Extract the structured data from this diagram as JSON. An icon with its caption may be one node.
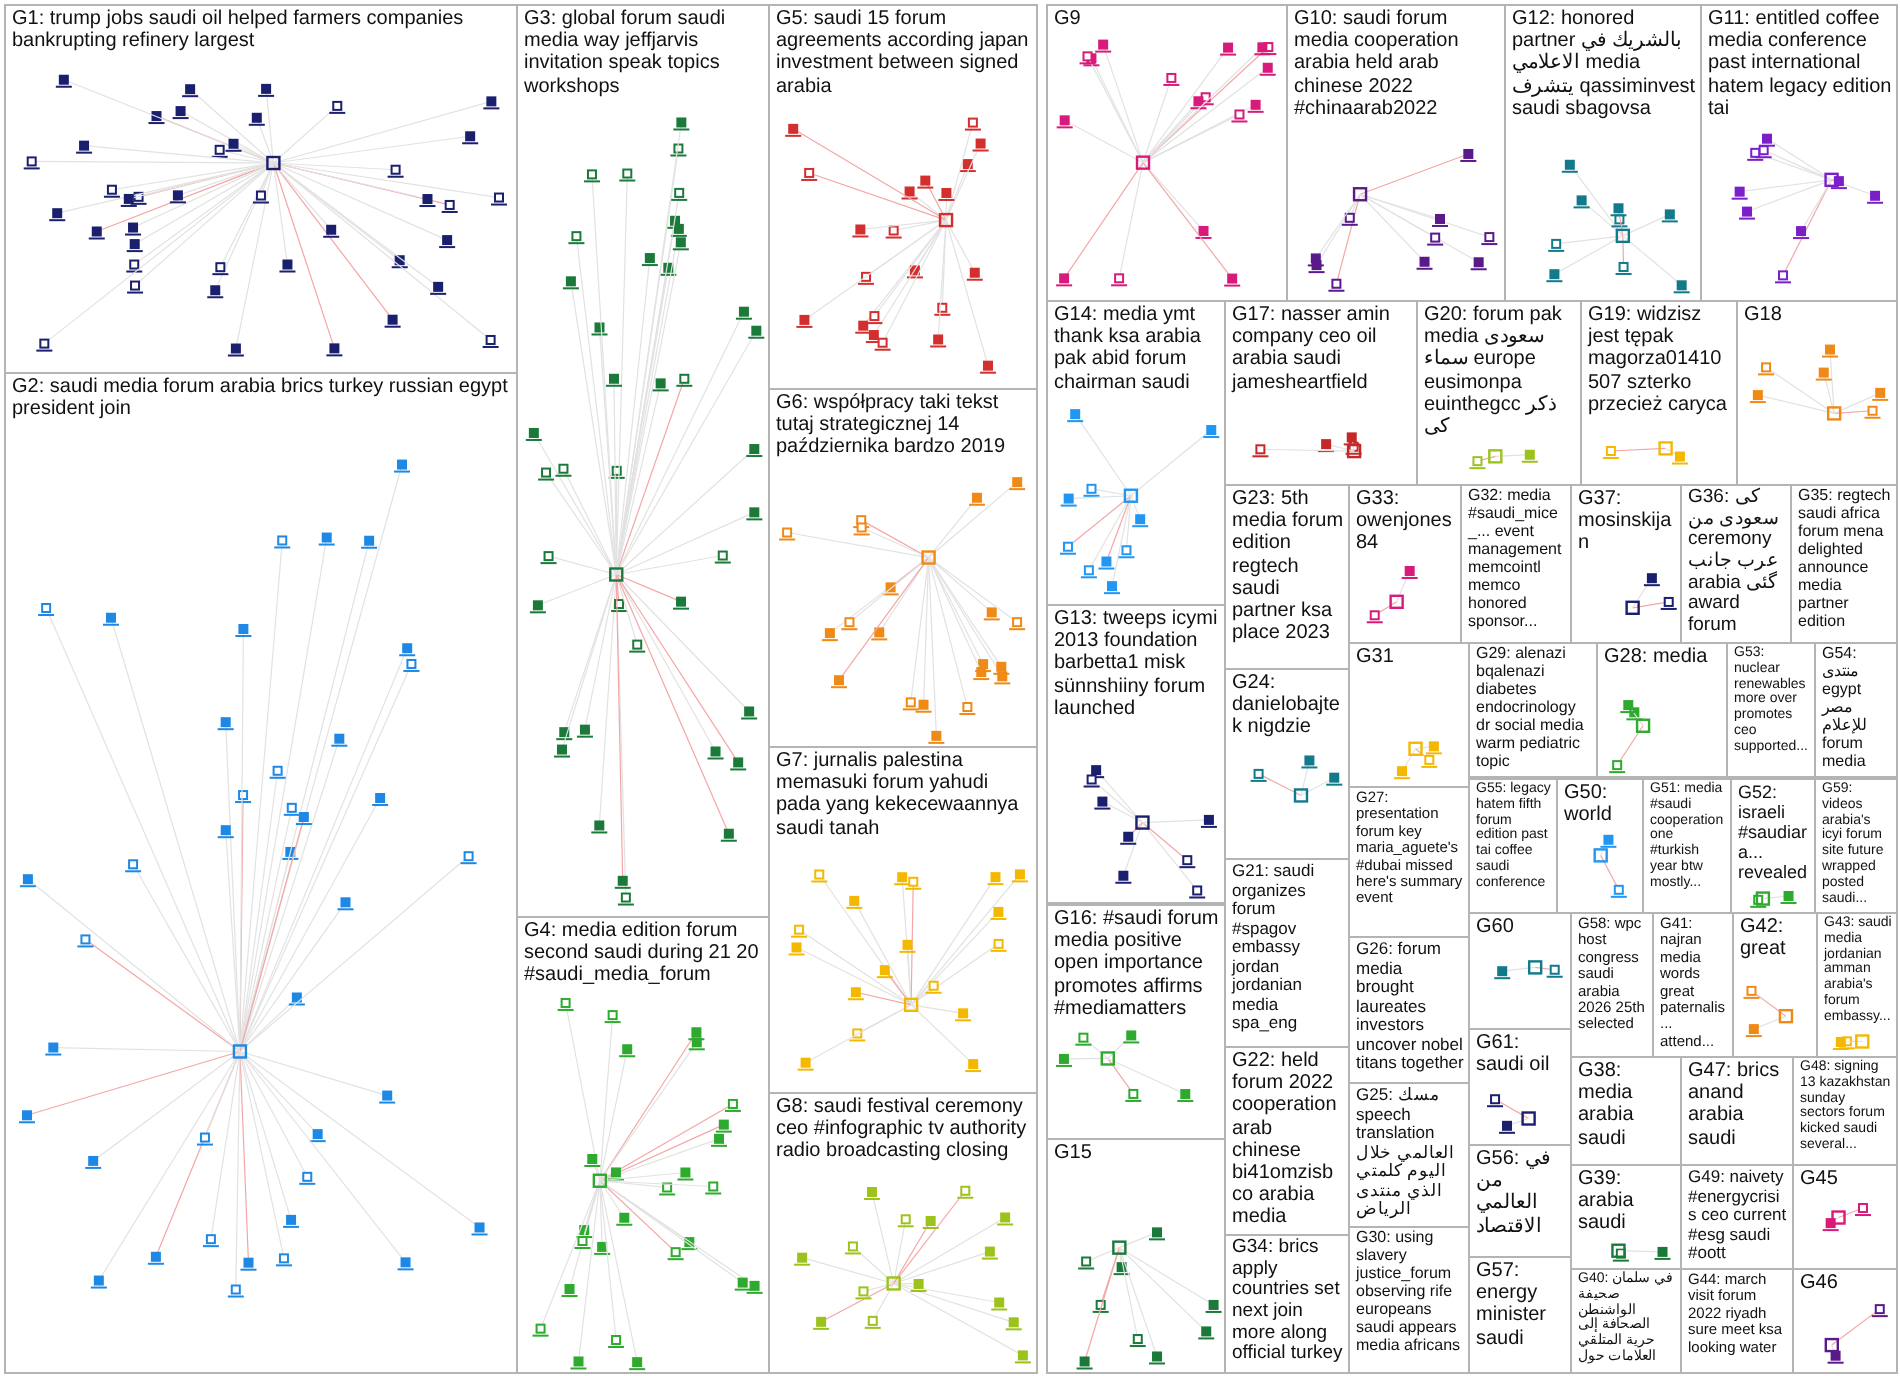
{
  "diagram": {
    "nodes": [
      {
        "text": [
          "G1: trump jobs saudi oil helped farmers companies bankrupting refinery largest"
        ]
      },
      {
        "text": [
          "G2: saudi media forum arabia brics turkey russian egypt president join"
        ]
      },
      {
        "text": [
          "G3: global forum saudi media way jeffjarvis invitation speak topics workshops"
        ]
      },
      {
        "text": [
          "G4: media edition forum second saudi during 21 20 #saudi_media_forum"
        ]
      },
      {
        "text": [
          "G5: saudi 15 forum agreements according japan investment between signed arabia"
        ]
      },
      {
        "text": [
          "G6: współpracy taki tekst tutaj strategicznej 14 października bardzo 2019"
        ]
      },
      {
        "text": [
          "G7: jurnalis palestina memasuki forum yahudi pada yang kekecewaannya saudi tanah"
        ]
      },
      {
        "text": [
          "G8: saudi festival ceremony ceo #infographic tv authority radio broadcasting closing"
        ]
      },
      {
        "text": [
          "G9"
        ]
      },
      {
        "text": [
          "G10: saudi forum media cooperation arabia held arab chinese 2022 #chinaarab2022"
        ]
      },
      {
        "text": [
          "G11: entitled coffee media conference past international hatem legacy edition tai"
        ]
      },
      {
        "text": [
          "G12: honored partner بالشريك في الاعلامي media يتشرف qassiminvest saudi sbagovsa"
        ]
      },
      {
        "text": [
          "G13: tweeps icymi 2013 foundation barbetta1 misk sünnshiiny forum launched"
        ]
      },
      {
        "text": [
          "G14: media ymt thank ksa arabia pak abid forum chairman saudi"
        ]
      },
      {
        "text": [
          "G15"
        ]
      },
      {
        "text": [
          "G16: #saudi forum media positive open importance promotes affirms #mediamatters"
        ]
      },
      {
        "text": [
          "G17: nasser amin company ceo oil arabia saudi jamesheartfield"
        ]
      },
      {
        "text": [
          "G18"
        ]
      },
      {
        "text": [
          "G19: widzisz jest tępak magorza01410507 szterko przecież caryca"
        ]
      },
      {
        "text": [
          "G20: forum pak media سعودی سماء europe eusimonpa euinthegcc ذکر کی"
        ]
      },
      {
        "text": [
          "G21: saudi organizes forum #spagov embassy jordan jordanian media spa_eng"
        ]
      },
      {
        "text": [
          "G22: held forum 2022 cooperation arab chinese bi41omzisb co arabia media"
        ]
      },
      {
        "text": [
          "G23: 5th media forum edition regtech saudi partner ksa place 2023"
        ]
      },
      {
        "text": [
          "G24: danielobajtek nigdzie"
        ]
      },
      {
        "text": [
          "G25: مسك speech translation العالمي خلال اليوم كلمتي الذي منتدى الرياض"
        ]
      },
      {
        "text": [
          "G26: forum media brought laureates investors uncover nobel titans together"
        ]
      },
      {
        "text": [
          "G27: presentation forum key maria_aguete's #dubai missed here's summary event"
        ]
      },
      {
        "text": [
          "G28: media"
        ]
      },
      {
        "text": [
          "G29: alenazi bqalenazi diabetes endocrinology dr social media warm pediatric topic"
        ]
      },
      {
        "text": [
          "G30: using slavery justice_forum observing rife europeans saudi appears media africans"
        ]
      },
      {
        "text": [
          "G31"
        ]
      },
      {
        "text": [
          "G32: media #saudi_mice_... event management memcointl memco honored sponsor..."
        ]
      },
      {
        "text": [
          "G33: owenjones84"
        ]
      },
      {
        "text": [
          "G34: brics apply countries set next join more along official turkey"
        ]
      },
      {
        "text": [
          "G35: regtech saudi africa forum mena delighted announce media partner edition"
        ]
      },
      {
        "text": [
          "G36: کی سعودی من ceremony عرب جانب arabia گئی award forum"
        ]
      },
      {
        "text": [
          "G37: mosinskijan"
        ]
      },
      {
        "text": [
          "G38: media arabia saudi"
        ]
      },
      {
        "text": [
          "G39: arabia saudi"
        ]
      },
      {
        "text": [
          "G40: في سلمان صحيفة الواشنطن الصحافة إلى حرية المتلقي العلامات حول"
        ]
      },
      {
        "text": [
          "G41: najran media words great paternalis... attend..."
        ]
      },
      {
        "text": [
          "G42: great"
        ]
      },
      {
        "text": [
          "G43: saudi media jordanian amman arabia's forum embassy..."
        ]
      },
      {
        "text": [
          "G44: march visit forum 2022 riyadh sure meet ksa looking water"
        ]
      },
      {
        "text": [
          "G45"
        ]
      },
      {
        "text": [
          "G46"
        ]
      },
      {
        "text": [
          "G47: brics anand arabia saudi"
        ]
      },
      {
        "text": [
          "G48: signing 13 kazakhstan sunday sectors forum kicked saudi several..."
        ]
      },
      {
        "text": [
          "G49: naivety #energycrisis ceo current #esg saudi #oott"
        ]
      },
      {
        "text": [
          "G50: world"
        ]
      },
      {
        "text": [
          "G51: media #saudi cooperation one #turkish year btw mostly..."
        ]
      },
      {
        "text": [
          "G52: israeli #saudiara... revealed"
        ]
      },
      {
        "text": [
          "G53: nuclear renewables more over promotes ceo supported..."
        ]
      },
      {
        "text": [
          "G54: منتدى egypt مصر للإعلام forum media"
        ]
      },
      {
        "text": [
          "G55: legacy hatem fifth forum edition past tai coffee saudi conference"
        ]
      },
      {
        "text": [
          "G56: في من العالمي الاقتصاد"
        ]
      },
      {
        "text": [
          "G57: energy minister saudi"
        ]
      },
      {
        "text": [
          "G58: wpc host congress saudi arabia 2026 25th selected"
        ]
      },
      {
        "text": [
          "G59: videos arabia's icyi forum site future wrapped posted saudi..."
        ]
      },
      {
        "text": [
          "G60"
        ]
      },
      {
        "text": [
          "G61: saudi oil"
        ]
      }
    ]
  }
}
